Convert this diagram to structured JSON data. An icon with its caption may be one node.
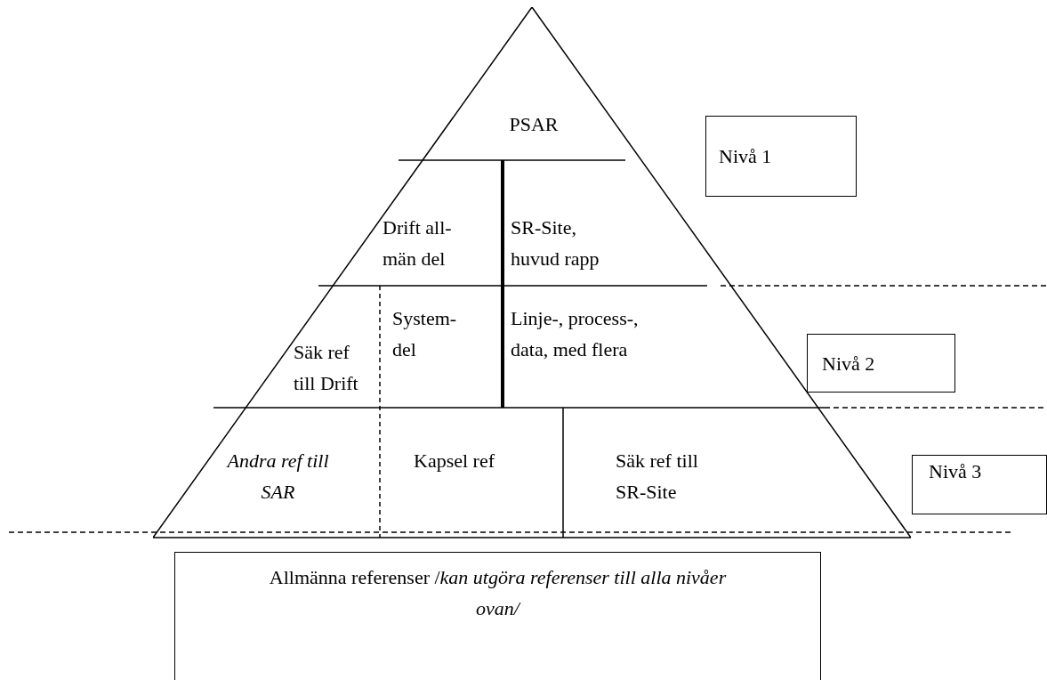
{
  "diagram": {
    "nodes": [
      {
        "text": [],
        "shape": "triangle"
      },
      {
        "text": [
          "PSAR"
        ],
        "in": 0
      },
      {
        "text": [
          "Drift all-män del"
        ],
        "in": 0
      },
      {
        "text": [
          "SR-Site, huvud rapp"
        ],
        "in": 0
      },
      {
        "text": [
          "Säk ref till Drift"
        ],
        "in": 0
      },
      {
        "text": [
          "System-del"
        ],
        "in": 0
      },
      {
        "text": [
          "Linje-, process-, data, med flera"
        ],
        "in": 0
      },
      {
        "text": [
          "Andra ref till SAR"
        ],
        "in": 0
      },
      {
        "text": [
          "Kapsel ref"
        ],
        "in": 0
      },
      {
        "text": [
          "Säk ref till SR-Site"
        ],
        "in": 0
      },
      {
        "text": [
          "Nivå 1"
        ]
      },
      {
        "text": [
          "Nivå 2"
        ]
      },
      {
        "text": [
          "Nivå 3"
        ]
      },
      {
        "text": [
          "Allmänna referenser /*kan utgöra referenser till alla nivåer ovan/*"
        ]
      }
    ]
  }
}
